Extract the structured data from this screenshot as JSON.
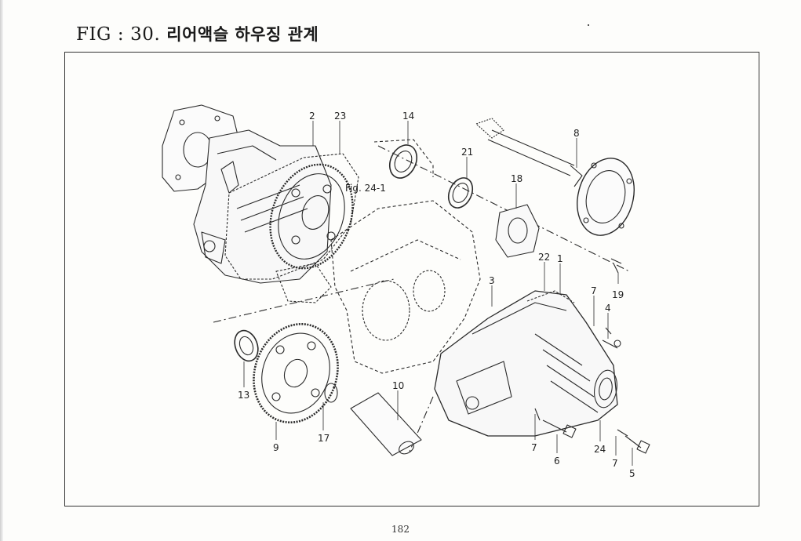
{
  "header": {
    "fig_label": "FIG",
    "separator": ":",
    "fig_number": "30.",
    "title_korean": "리어액슬 하우징 관계"
  },
  "diagram": {
    "reference_label": "Fig. 24-1",
    "callouts": [
      "2",
      "23",
      "14",
      "8",
      "21",
      "18",
      "22",
      "1",
      "3",
      "19",
      "7",
      "4",
      "13",
      "9",
      "17",
      "10",
      "7",
      "6",
      "24",
      "7",
      "5"
    ]
  },
  "footer": {
    "page_number": "182"
  }
}
